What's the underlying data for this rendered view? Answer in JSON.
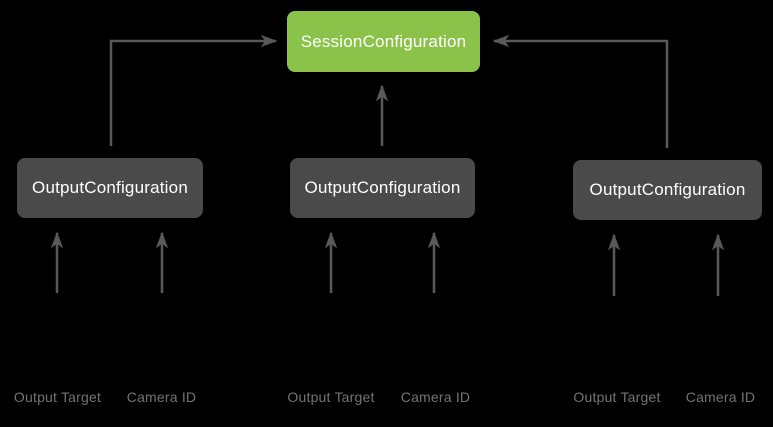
{
  "session_node": {
    "label": "SessionConfiguration"
  },
  "groups": [
    {
      "node_label": "OutputConfiguration",
      "inputs": [
        {
          "label": "Output Target"
        },
        {
          "label": "Camera ID"
        }
      ]
    },
    {
      "node_label": "OutputConfiguration",
      "inputs": [
        {
          "label": "Output Target"
        },
        {
          "label": "Camera ID"
        }
      ]
    },
    {
      "node_label": "OutputConfiguration",
      "inputs": [
        {
          "label": "Output Target"
        },
        {
          "label": "Camera ID"
        }
      ]
    }
  ],
  "colors": {
    "background": "#000000",
    "session_node_bg": "#8BC34A",
    "output_node_bg": "#4A4A4A",
    "node_text": "#FFFFFF",
    "arrow": "#595959",
    "input_label_text": "#737373"
  }
}
